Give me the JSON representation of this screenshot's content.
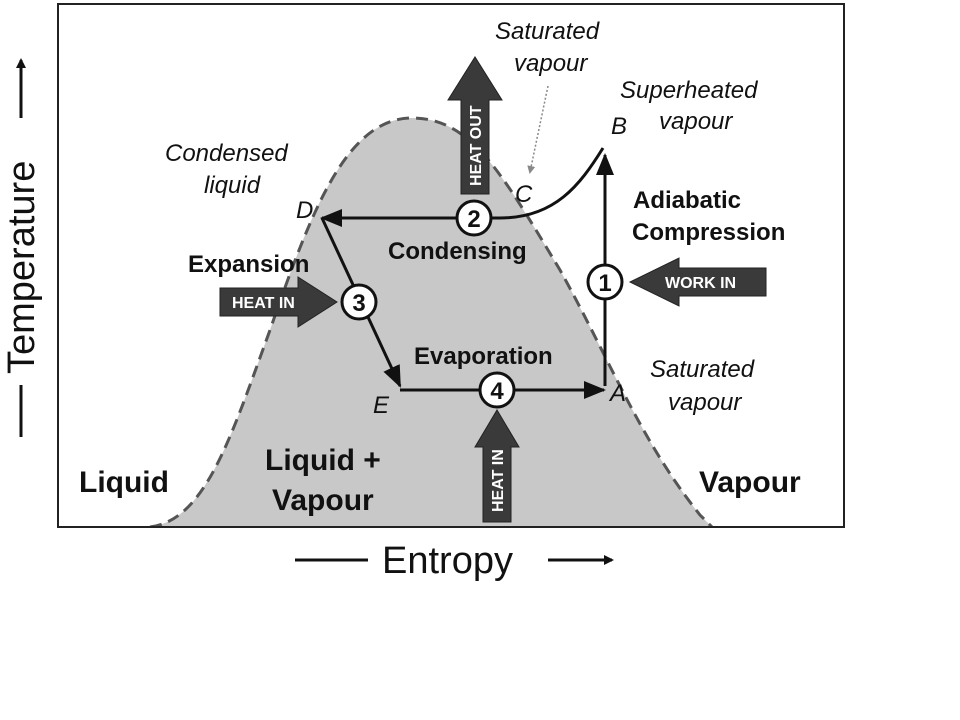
{
  "diagram": {
    "title": "Refrigeration cycle on a Temperature–Entropy diagram",
    "axes": {
      "x_label": "Entropy",
      "y_label": "Temperature"
    },
    "regions": {
      "liquid": "Liquid",
      "mixture_line1": "Liquid +",
      "mixture_line2": "Vapour",
      "vapour": "Vapour"
    },
    "states": {
      "A": "A",
      "B": "B",
      "C": "C",
      "D": "D",
      "E": "E"
    },
    "annotations": {
      "saturated_vapour_top_line1": "Saturated",
      "saturated_vapour_top_line2": "vapour",
      "superheated_line1": "Superheated",
      "superheated_line2": "vapour",
      "condensed_line1": "Condensed",
      "condensed_line2": "liquid",
      "saturated_vapour_right_line1": "Saturated",
      "saturated_vapour_right_line2": "vapour"
    },
    "processes": [
      {
        "number": "1",
        "label_line1": "Adiabatic",
        "label_line2": "Compression",
        "energy": "WORK IN"
      },
      {
        "number": "2",
        "label": "Condensing",
        "energy": "HEAT OUT"
      },
      {
        "number": "3",
        "label": "Expansion",
        "energy": "HEAT IN"
      },
      {
        "number": "4",
        "label": "Evaporation",
        "energy": "HEAT IN"
      }
    ],
    "colors": {
      "dome_fill": "#c8c8c8",
      "dome_edge": "#555555",
      "arrow_fill": "#3a3a3a",
      "line": "#111111"
    }
  }
}
